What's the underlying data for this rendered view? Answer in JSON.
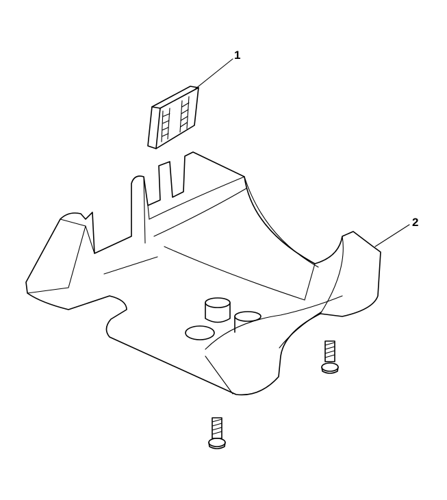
{
  "callouts": [
    {
      "id": "1",
      "text": "1",
      "part": "clip"
    },
    {
      "id": "2",
      "text": "2",
      "part": "lower-steering-column-cover"
    }
  ],
  "colors": {
    "line": "#000000",
    "background": "#ffffff"
  }
}
